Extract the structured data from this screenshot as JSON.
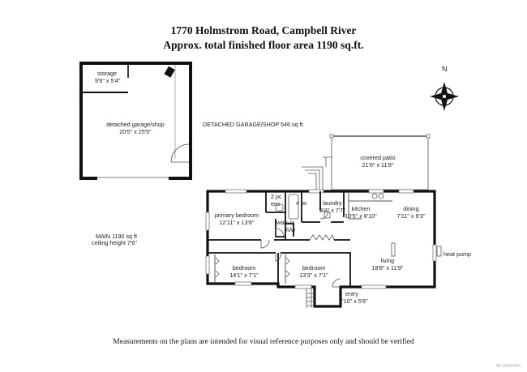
{
  "header": {
    "address": "1770 Holmstrom Road, Campbell River",
    "area": "Approx. total finished floor area 1190 sq.ft."
  },
  "garage": {
    "storage_label": "storage",
    "storage_dims": "9'6\" x 5'4\"",
    "shop_label": "detached garage/shop",
    "shop_dims": "20'5\" x 25'5\"",
    "summary": "DETACHED GARAGE/SHOP  546 sq ft"
  },
  "main": {
    "summary_line1": "MAIN  1190 sq ft",
    "summary_line2": "ceiling height 7'6\"",
    "rooms": {
      "patio": {
        "label": "covered patio",
        "dims": "21'0\" x 11'8\""
      },
      "ens": {
        "label1": "2 pc",
        "label2": "ens"
      },
      "bath": {
        "label": "4 pc"
      },
      "laundry": {
        "label": "laundry",
        "dims": "6'2\" x 7'7\""
      },
      "kitchen": {
        "label": "kitchen",
        "dims": "10'5\" x 8'10\""
      },
      "dining": {
        "label": "dining",
        "dims": "7'11\" x 9'3\""
      },
      "primary": {
        "label": "primary bedroom",
        "dims": "12'11\" x 13'6\""
      },
      "walkin": {
        "label": "walk-in"
      },
      "hw": {
        "label": "h/w"
      },
      "living": {
        "label": "living",
        "dims": "18'8\" x 11'9\""
      },
      "bed1": {
        "label": "bedroom",
        "dims": "14'1\" x 7'1\""
      },
      "bed2": {
        "label": "bedroom",
        "dims": "13'3\" x 7'1\""
      },
      "entry": {
        "label": "entry",
        "dims": "7'10\" x 5'6\""
      }
    },
    "heat_pump": "heat pump"
  },
  "compass": {
    "north": "N"
  },
  "footer": {
    "disclaimer": "Measurements on the plans are intended for visual reference purposes only and should be verified",
    "mls": "MLS#990433"
  }
}
